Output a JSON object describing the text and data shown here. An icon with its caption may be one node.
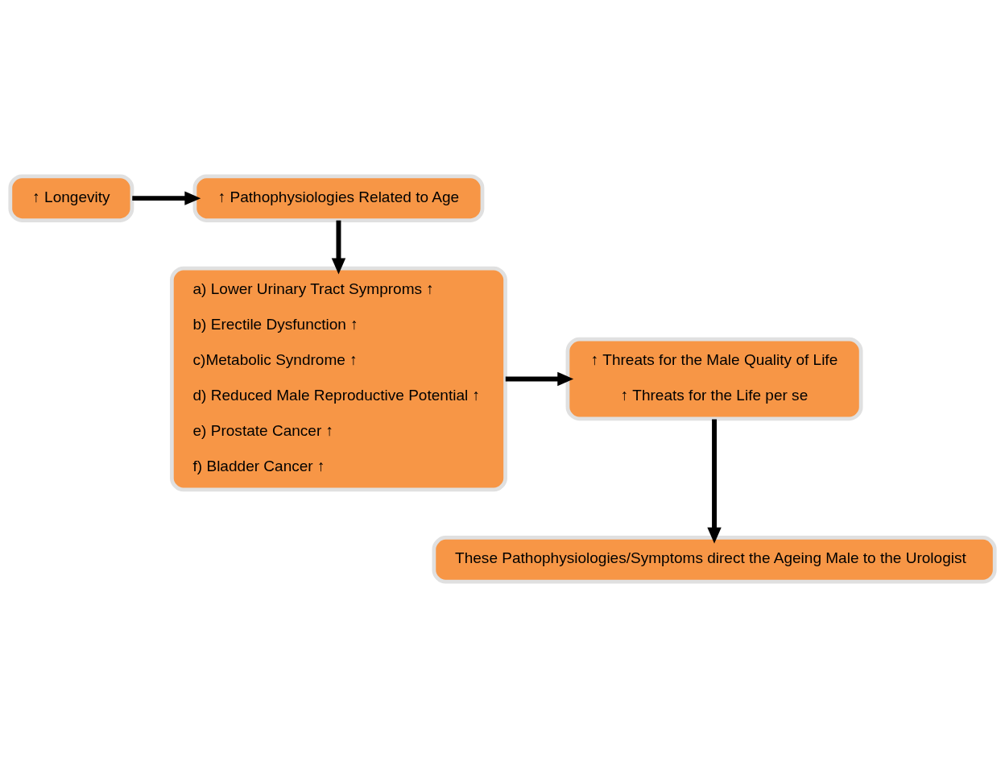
{
  "diagram": {
    "nodes": [
      {
        "text": [
          "↑ Longevity"
        ]
      },
      {
        "text": [
          "↑ Pathophysiologies Related to Age"
        ]
      },
      {
        "text": [
          "a) Lower Urinary Tract Symproms ↑",
          "b) Erectile Dysfunction ↑",
          "c)Metabolic Syndrome ↑",
          "d) Reduced Male Reproductive Potential ↑",
          "e) Prostate Cancer ↑",
          "f) Bladder Cancer ↑"
        ]
      },
      {
        "text": [
          "↑ Threats for the Male Quality of Life",
          "↑ Threats for the Life per se"
        ]
      },
      {
        "text": [
          "These Pathophysiologies/Symptoms direct the Ageing Male to the Urologist"
        ]
      }
    ],
    "edges": [
      {
        "from": 0,
        "to": 1,
        "arrow": "to"
      },
      {
        "from": 1,
        "to": 2,
        "arrow": "to"
      },
      {
        "from": 2,
        "to": 3,
        "arrow": "to"
      },
      {
        "from": 3,
        "to": 4,
        "arrow": "to"
      }
    ]
  }
}
